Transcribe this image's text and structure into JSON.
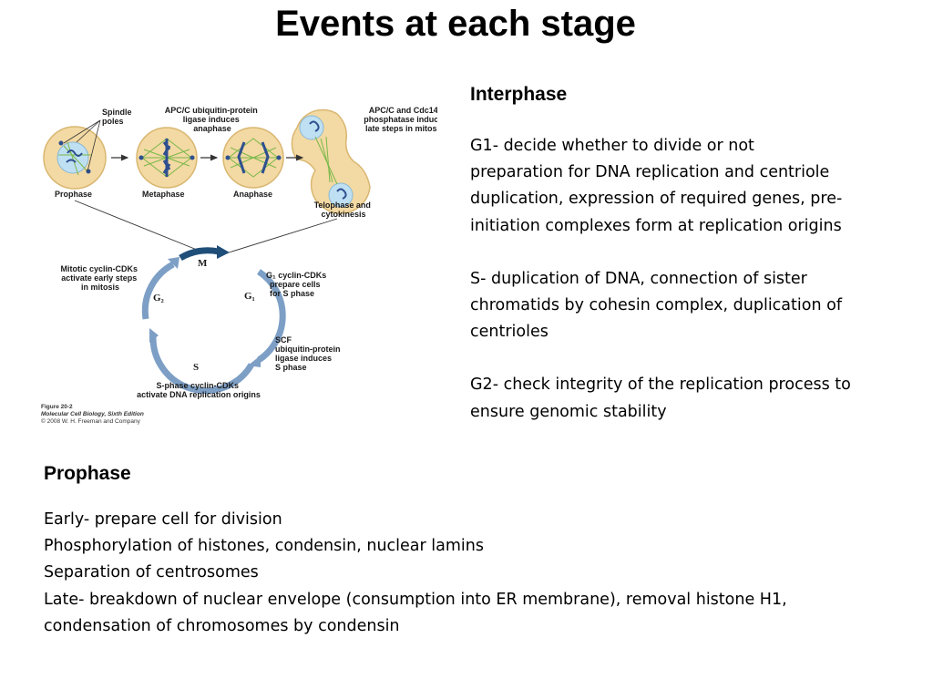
{
  "title": "Events at each stage",
  "interphase": {
    "heading": "Interphase",
    "g1_lines": [
      "G1- decide whether to divide or not",
      "preparation for DNA replication and centriole",
      "duplication, expression of required genes, pre-",
      "initiation complexes form at replication origins"
    ],
    "s_lines": [
      "S- duplication of DNA, connection of sister",
      "chromatids by cohesin complex, duplication of",
      "centrioles"
    ],
    "g2_lines": [
      "G2- check integrity of the replication process to",
      "ensure genomic stability"
    ]
  },
  "prophase": {
    "heading": "Prophase",
    "lines": [
      "Early- prepare cell for division",
      "Phosphorylation of histones, condensin, nuclear lamins",
      "Separation of centrosomes",
      "Late- breakdown of nuclear envelope (consumption into ER membrane), removal histone H1,",
      "condensation of chromosomes by condensin"
    ]
  },
  "figure": {
    "spindle_poles": [
      "Spindle",
      "poles"
    ],
    "apc_anaphase": [
      "APC/C ubiquitin-protein",
      "ligase induces",
      "anaphase"
    ],
    "apc_cdc14": [
      "APC/C and Cdc14",
      "phosphatase induce",
      "late steps in mitosis"
    ],
    "stage_prophase": "Prophase",
    "stage_metaphase": "Metaphase",
    "stage_anaphase": "Anaphase",
    "stage_telophase": [
      "Telophase and",
      "cytokinesis"
    ],
    "mitotic_cdks": [
      "Mitotic cyclin-CDKs",
      "activate early steps",
      "in mitosis"
    ],
    "g1_cdks": [
      "G₁ cyclin-CDKs",
      "prepare cells",
      "for S phase"
    ],
    "scf": [
      "SCF",
      "ubiquitin-protein",
      "ligase induces",
      "S phase"
    ],
    "s_cdks": [
      "S-phase cyclin-CDKs",
      "activate DNA replication origins"
    ],
    "letter_m": "M",
    "letter_g1": "G₁",
    "letter_g2": "G₂",
    "letter_s": "S",
    "caption": [
      "Figure 20-2",
      "Molecular Cell Biology, Sixth Edition",
      "© 2008 W. H. Freeman and Company"
    ]
  },
  "colors": {
    "cell_fill": "#f3d9a3",
    "nucleus_fill": "#bfe0f2",
    "spindle": "#79b84a",
    "chromosome": "#2e4f8f",
    "cycle_arrow": "#7d9fc6",
    "m_arrow": "#1f4e79"
  }
}
